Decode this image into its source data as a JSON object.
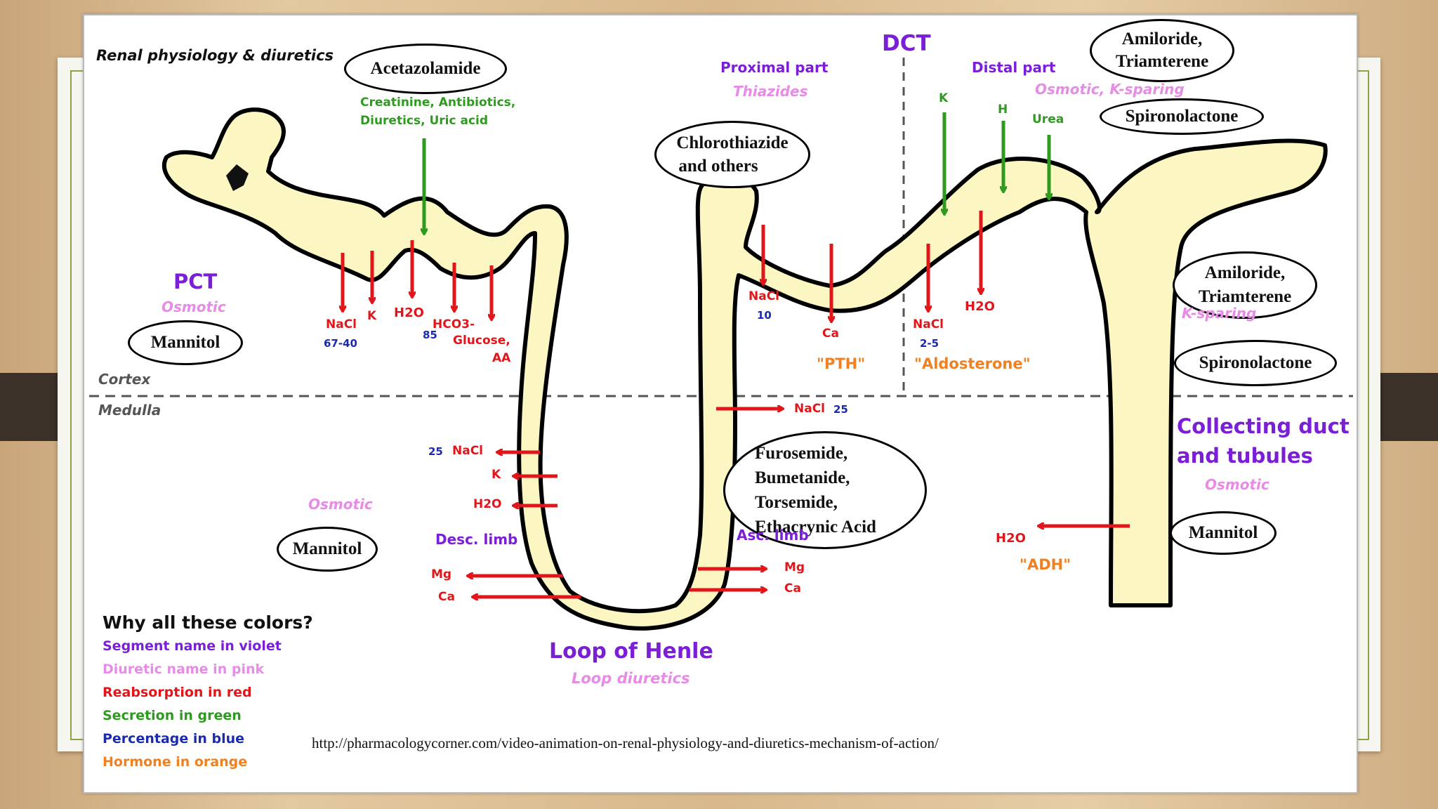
{
  "title": "Renal physiology & diuretics",
  "url": "http://pharmacologycorner.com/video-animation-on-renal-physiology-and-diuretics-mechanism-of-action/",
  "segments": {
    "pct": "PCT",
    "dct": "DCT",
    "dct_proximal": "Proximal part",
    "dct_distal": "Distal part",
    "loop": "Loop of Henle",
    "desc_limb": "Desc. limb",
    "asc_limb": "Asc. limb",
    "collecting_line1": "Collecting duct",
    "collecting_line2": "and tubules",
    "cortex": "Cortex",
    "medulla": "Medulla"
  },
  "diuretic_classes": {
    "pct": "Osmotic",
    "desc": "Osmotic",
    "loop": "Loop diuretics",
    "thiazides": "Thiazides",
    "distal": "Osmotic, K-sparing",
    "collecting_ksparing": "K-sparing",
    "collecting_osmotic": "Osmotic"
  },
  "drugs": {
    "acetazolamide": "Acetazolamide",
    "mannitol": "Mannitol",
    "chlorothiazide_1": "Chlorothiazide",
    "chlorothiazide_2": "and others",
    "furosemide_1": "Furosemide,",
    "furosemide_2": "Bumetanide,",
    "furosemide_3": "Torsemide,",
    "furosemide_4": "Ethacrynic Acid",
    "amiloride_1": "Amiloride,",
    "amiloride_2": "Triamterene",
    "spironolactone": "Spironolactone"
  },
  "pct_labels": {
    "secretion_1": "Creatinine, Antibiotics,",
    "secretion_2": "Diuretics, Uric acid",
    "nacl": "NaCl",
    "nacl_pct": "67-40",
    "k": "K",
    "h2o": "H2O",
    "h2o_pct": "85",
    "hco3": "HCO3-",
    "glucose": "Glucose,",
    "aa": "AA"
  },
  "loop_labels": {
    "desc_nacl_pct": "25",
    "desc_nacl": "NaCl",
    "desc_k": "K",
    "desc_h2o": "H2O",
    "mg_left": "Mg",
    "ca_left": "Ca",
    "asc_nacl": "NaCl",
    "asc_nacl_pct": "25",
    "mg_right": "Mg",
    "ca_right": "Ca"
  },
  "dct_labels": {
    "nacl": "NaCl",
    "nacl_pct": "10",
    "ca": "Ca",
    "pth": "\"PTH\"",
    "k": "K",
    "h": "H",
    "urea": "Urea",
    "nacl2": "NaCl",
    "nacl2_pct": "2-5",
    "h2o": "H2O",
    "aldosterone": "\"Aldosterone\""
  },
  "cd_labels": {
    "h2o": "H2O",
    "adh": "\"ADH\""
  },
  "legend": {
    "heading": "Why all these colors?",
    "items": [
      {
        "text": "Segment name in violet",
        "color": "#7b1fd6"
      },
      {
        "text": "Diuretic name in pink",
        "color": "#e78ce6"
      },
      {
        "text": "Reabsorption in red",
        "color": "#e0161b"
      },
      {
        "text": "Secretion in green",
        "color": "#2e9a20"
      },
      {
        "text": "Percentage in blue",
        "color": "#1b2bb0"
      },
      {
        "text": "Hormone in orange",
        "color": "#f08020"
      }
    ]
  },
  "colors": {
    "tubule_fill": "#fbf6c2",
    "reabsorption": "#e0161b",
    "secretion": "#2e9a20",
    "segment": "#7b1fd6",
    "diuretic": "#e78ce6",
    "percentage": "#1b2bb0",
    "hormone": "#f08020"
  }
}
